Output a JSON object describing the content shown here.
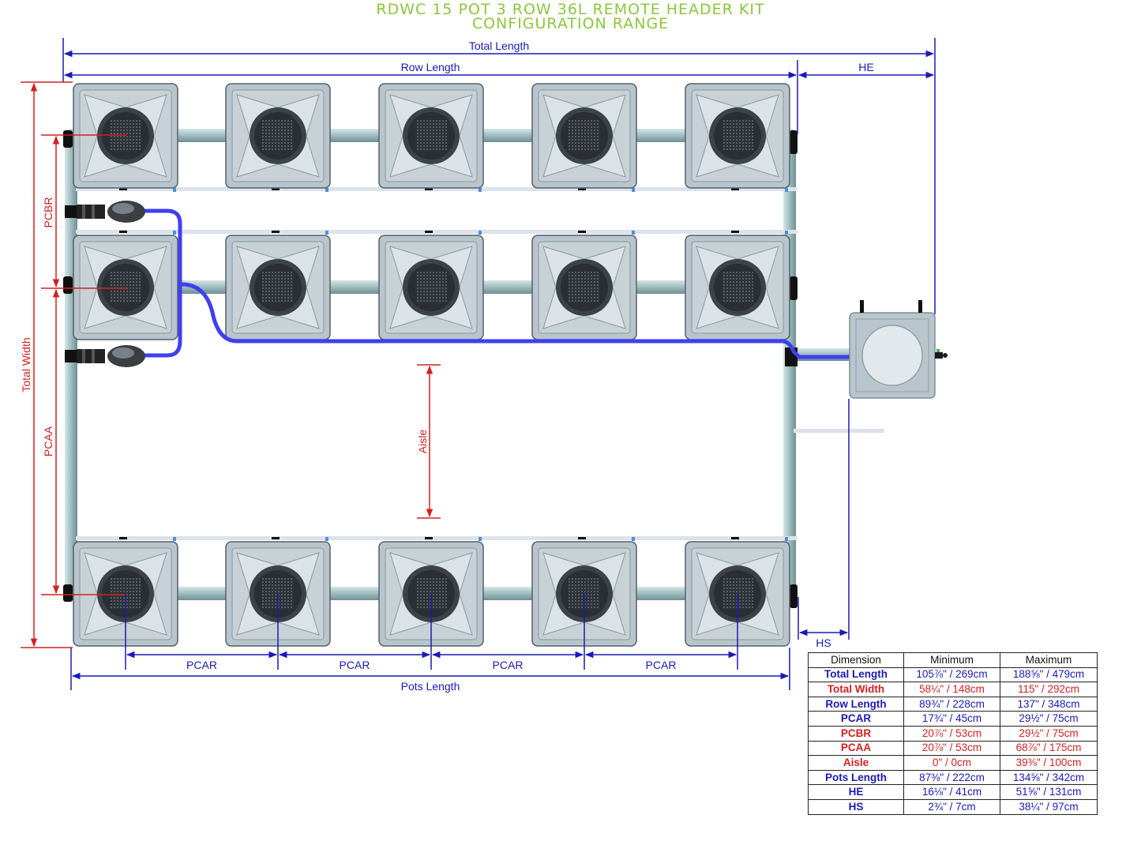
{
  "title": {
    "line1": "RDWC 15 POT 3 ROW 36L REMOTE HEADER KIT",
    "line2": "CONFIGURATION RANGE"
  },
  "labels": {
    "total_length": "Total Length",
    "row_length": "Row Length",
    "he": "HE",
    "hs": "HS",
    "pots_length": "Pots Length",
    "pcar": "PCAR",
    "pcbr": "PCBR",
    "pcaa": "PCAA",
    "total_width": "Total Width",
    "aisle": "Aisle"
  },
  "colors": {
    "title": "#8cc63f",
    "blue_dimension": "#1a1ab8",
    "red_dimension": "#d42020",
    "pot_body": "#b9c5cc",
    "pipe": "#a9c4c6",
    "hose": "#3f3ff2"
  },
  "layout": {
    "rows": 3,
    "pots_per_row": 5
  },
  "table": {
    "headers": [
      "Dimension",
      "Minimum",
      "Maximum"
    ],
    "rows": [
      {
        "name": "Total Length",
        "min": "105⅞\" / 269cm",
        "max": "188⅝\" / 479cm",
        "color": "blue"
      },
      {
        "name": "Total Width",
        "min": "58¼\" / 148cm",
        "max": "115\" / 292cm",
        "color": "red"
      },
      {
        "name": "Row Length",
        "min": "89¾\" / 228cm",
        "max": "137\" / 348cm",
        "color": "blue"
      },
      {
        "name": "PCAR",
        "min": "17¾\" / 45cm",
        "max": "29½\" / 75cm",
        "color": "blue"
      },
      {
        "name": "PCBR",
        "min": "20⅞\" / 53cm",
        "max": "29½\" / 75cm",
        "color": "red"
      },
      {
        "name": "PCAA",
        "min": "20⅞\" / 53cm",
        "max": "68⅞\" / 175cm",
        "color": "red"
      },
      {
        "name": "Aisle",
        "min": "0\" / 0cm",
        "max": "39⅜\" / 100cm",
        "color": "red"
      },
      {
        "name": "Pots Length",
        "min": "87⅜\" / 222cm",
        "max": "134⅝\" / 342cm",
        "color": "blue"
      },
      {
        "name": "HE",
        "min": "16⅛\" / 41cm",
        "max": "51⅝\" / 131cm",
        "color": "blue"
      },
      {
        "name": "HS",
        "min": "2¾\" / 7cm",
        "max": "38¼\" / 97cm",
        "color": "blue"
      }
    ]
  }
}
